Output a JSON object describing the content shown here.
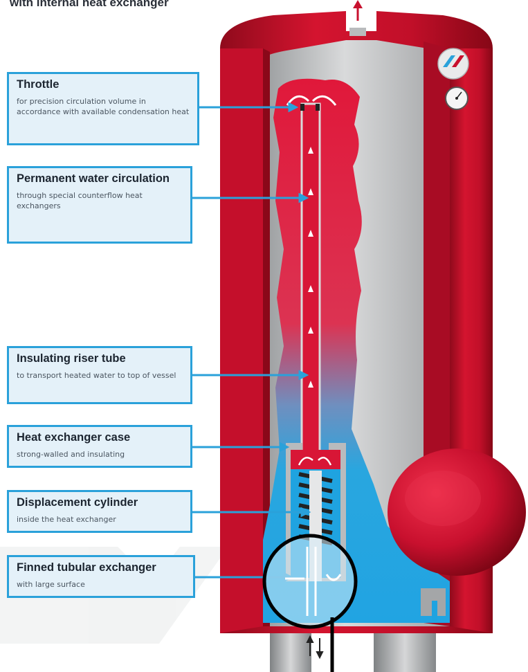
{
  "header": {
    "title": "with internal heat exchanger"
  },
  "callouts": [
    {
      "title": "Throttle",
      "description": "for precision circulation volume in accordance with available condensation heat"
    },
    {
      "title": "Permanent water circulation",
      "description": "through special counterflow heat exchangers"
    },
    {
      "title": "Insulating riser tube",
      "description": "to transport heated water to top of vessel"
    },
    {
      "title": "Heat exchanger case",
      "description": "strong-walled and insulating"
    },
    {
      "title": "Displacement cylinder",
      "description": "inside the heat exchanger"
    },
    {
      "title": "Finned tubular exchanger",
      "description": "with large surface"
    }
  ],
  "colors": {
    "tank_red": "#c8102e",
    "water_blue": "#1fa3e0",
    "callout_border": "#2aa1da",
    "callout_fill": "#e4f1f9",
    "steel_gray": "#b9bbbd"
  },
  "icons": [
    "logo-icon",
    "pressure-gauge-icon",
    "flow-arrow-icon",
    "magnifier-circle-icon"
  ]
}
